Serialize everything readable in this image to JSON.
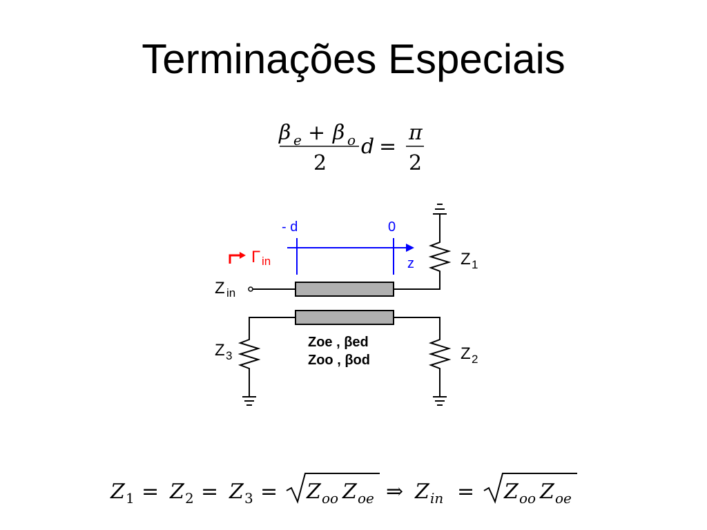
{
  "slide": {
    "title": "Terminações Especiais"
  },
  "formula_top": {
    "beta": "β",
    "sub_e": "e",
    "plus": "+",
    "sub_o": "o",
    "denom": "2",
    "d": "d",
    "eq": "=",
    "pi": "π",
    "denom2": "2"
  },
  "diagram": {
    "minus_d": "- d",
    "zero": "0",
    "z_axis": "z",
    "gamma": "Γ",
    "gamma_sub": "in",
    "zin": "Z",
    "zin_sub": "in",
    "z1": "Z",
    "z1_sub": "1",
    "z2": "Z",
    "z2_sub": "2",
    "z3": "Z",
    "z3_sub": "3",
    "line_params_1": "Zoe , βed",
    "line_params_2": "Zoo , βod",
    "colors": {
      "axis": "#0000ff",
      "gamma": "#ff0000",
      "line_fill": "#b0b0b0"
    }
  },
  "formula_bottom": {
    "Z": "Z",
    "s1": "1",
    "s2": "2",
    "s3": "3",
    "eq": "=",
    "oo": "oo",
    "oe": "oe",
    "implies": "⇒",
    "in": "in"
  }
}
